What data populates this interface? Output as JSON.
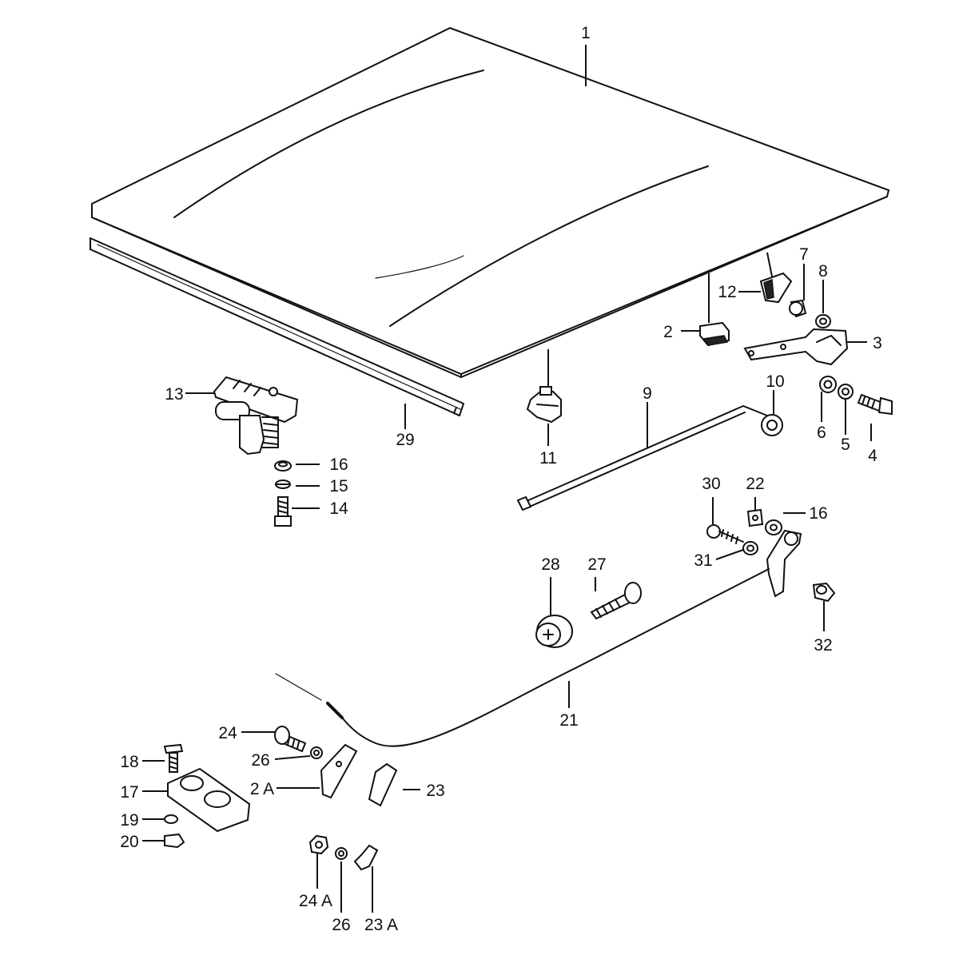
{
  "labels": {
    "l1": "1",
    "l2": "2",
    "l3": "3",
    "l4": "4",
    "l5": "5",
    "l6": "6",
    "l7": "7",
    "l8": "8",
    "l9": "9",
    "l10": "10",
    "l11": "11",
    "l12": "12",
    "l13": "13",
    "l14": "14",
    "l15": "15",
    "l16a": "16",
    "l16b": "16",
    "l17": "17",
    "l18": "18",
    "l19": "19",
    "l20": "20",
    "l21": "21",
    "l22": "22",
    "l23": "23",
    "l23a": "23 A",
    "l24": "24",
    "l24a": "24 A",
    "l26a": "26",
    "l26b": "26",
    "l27": "27",
    "l28": "28",
    "l29": "29",
    "l30": "30",
    "l31": "31",
    "l32": "32",
    "l2a": "2 A"
  }
}
